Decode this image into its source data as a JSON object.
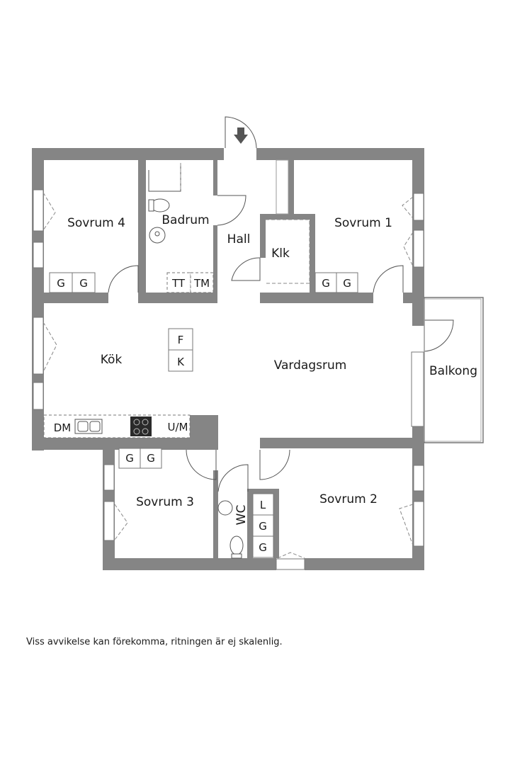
{
  "rooms": {
    "sovrum4": "Sovrum 4",
    "badrum": "Badrum",
    "hall": "Hall",
    "klk": "Klk",
    "sovrum1": "Sovrum 1",
    "kok": "Kök",
    "vardagsrum": "Vardagsrum",
    "balkong": "Balkong",
    "sovrum3": "Sovrum 3",
    "wc": "WC",
    "sovrum2": "Sovrum 2"
  },
  "fixtures": {
    "g": "G",
    "tt": "TT",
    "tm": "TM",
    "f": "F",
    "k": "K",
    "dm": "DM",
    "um": "U/M",
    "l": "L"
  },
  "disclaimer": "Viss avvikelse kan förekomma, ritningen är ej skalenlig."
}
